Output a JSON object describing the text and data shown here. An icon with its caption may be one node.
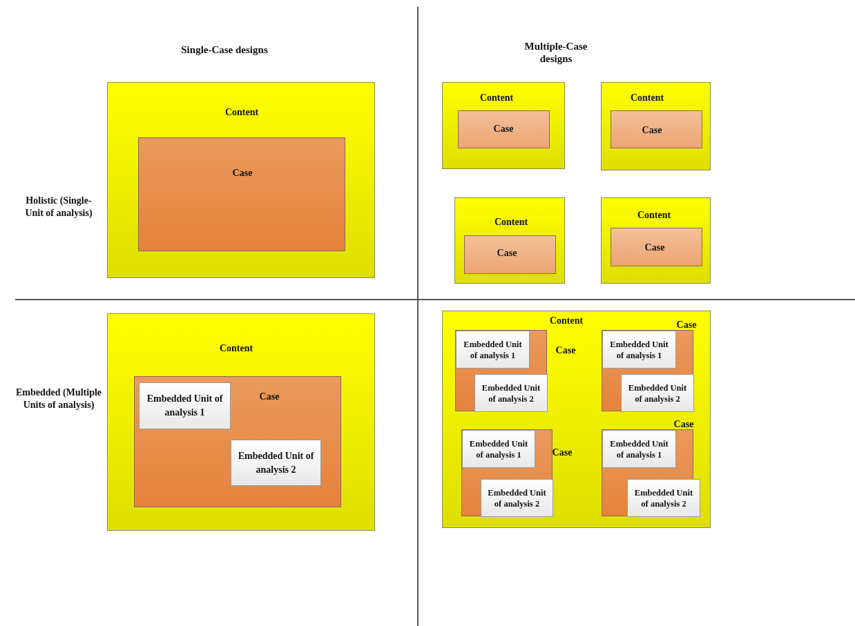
{
  "diagram": {
    "nodes": [
      {
        "text": [
          "Content"
        ]
      },
      {
        "text": [
          "Case"
        ],
        "in": 0
      },
      {
        "text": [
          "Content"
        ]
      },
      {
        "text": [
          "Case"
        ],
        "in": 2
      },
      {
        "text": [
          "Content"
        ]
      },
      {
        "text": [
          "Case"
        ],
        "in": 4
      },
      {
        "text": [
          "Content"
        ]
      },
      {
        "text": [
          "Case"
        ],
        "in": 6
      },
      {
        "text": [
          "Content"
        ]
      },
      {
        "text": [
          "Case"
        ],
        "in": 8
      },
      {
        "text": [
          "Content"
        ]
      },
      {
        "text": [
          "Case"
        ],
        "in": 10
      },
      {
        "text": [
          "Embedded Unit of analysis 1"
        ],
        "in": 11
      },
      {
        "text": [
          "Embedded Unit of analysis 2"
        ],
        "in": 11
      },
      {
        "text": [
          "Content"
        ]
      },
      {
        "text": [
          "Case"
        ],
        "in": 14
      },
      {
        "text": [
          "Embedded Unit of analysis 1"
        ],
        "in": 15
      },
      {
        "text": [
          "Embedded Unit of analysis 2"
        ],
        "in": 15
      },
      {
        "text": [
          "Case"
        ],
        "in": 14
      },
      {
        "text": [
          "Embedded Unit of analysis 1"
        ],
        "in": 18
      },
      {
        "text": [
          "Embedded Unit of analysis 2"
        ],
        "in": 18
      },
      {
        "text": [
          "Case"
        ],
        "in": 14
      },
      {
        "text": [
          "Embedded Unit of analysis 1"
        ],
        "in": 21
      },
      {
        "text": [
          "Embedded Unit of analysis 2"
        ],
        "in": 21
      },
      {
        "text": [
          "Case"
        ],
        "in": 14
      },
      {
        "text": [
          "Embedded Unit of analysis 1"
        ],
        "in": 24
      },
      {
        "text": [
          "Embedded Unit of analysis 2"
        ],
        "in": 24
      }
    ],
    "labels": [
      "Single-Case designs",
      "Multiple-Case designs",
      "Holistic (Single-Unit of analysis)",
      "Embedded (Multiple Units of analysis)"
    ]
  }
}
